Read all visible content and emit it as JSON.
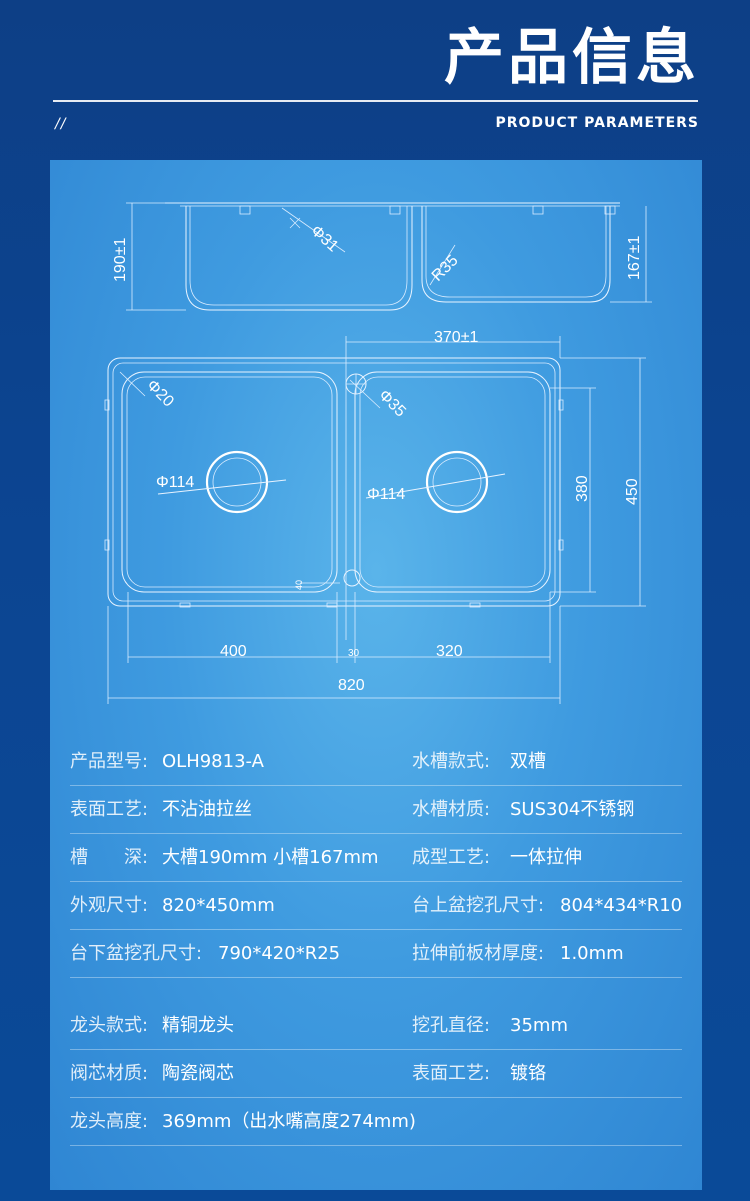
{
  "header": {
    "title": "产品信息",
    "slashes": "//",
    "subtitle": "PRODUCT PARAMETERS"
  },
  "drawing": {
    "side_labels": {
      "big_depth": "190±1",
      "small_depth": "167±1",
      "hole_side": "Φ31",
      "radius_side": "R35"
    },
    "top_labels": {
      "bowl_small_width_top": "370±1",
      "corner_hole_left": "Φ20",
      "faucet_hole": "Φ35",
      "drain_left": "Φ114",
      "drain_right": "Φ114",
      "inner_height": "380",
      "outer_height": "450",
      "left_bowl": "400",
      "divider": "30",
      "right_bowl": "320",
      "overall_width": "820",
      "overflow_mark": "40"
    }
  },
  "specs": {
    "rows": [
      {
        "l_label": "产品型号:",
        "l_value": "OLH9813-A",
        "r_label": "水槽款式:",
        "r_value": "双槽"
      },
      {
        "l_label": "表面工艺:",
        "l_value": "不沾油拉丝",
        "r_label": "水槽材质:",
        "r_value": "SUS304不锈钢"
      },
      {
        "l_label": "槽　　深:",
        "l_value": "大槽190mm 小槽167mm",
        "r_label": "成型工艺:",
        "r_value": "一体拉伸"
      },
      {
        "l_label": "外观尺寸:",
        "l_value": "820*450mm",
        "r_label": "台上盆挖孔尺寸:",
        "r_value": "804*434*R10"
      },
      {
        "l_label": "台下盆挖孔尺寸:",
        "l_value": "790*420*R25",
        "r_label": "拉伸前板材厚度:",
        "r_value": "1.0mm"
      },
      {
        "l_label": "龙头款式:",
        "l_value": "精铜龙头",
        "r_label": "挖孔直径:",
        "r_value": "35mm"
      },
      {
        "l_label": "阀芯材质:",
        "l_value": "陶瓷阀芯",
        "r_label": "表面工艺:",
        "r_value": "镀铬"
      },
      {
        "l_label": "龙头高度:",
        "l_value": "369mm（出水嘴高度274mm)",
        "r_label": "",
        "r_value": ""
      }
    ]
  }
}
